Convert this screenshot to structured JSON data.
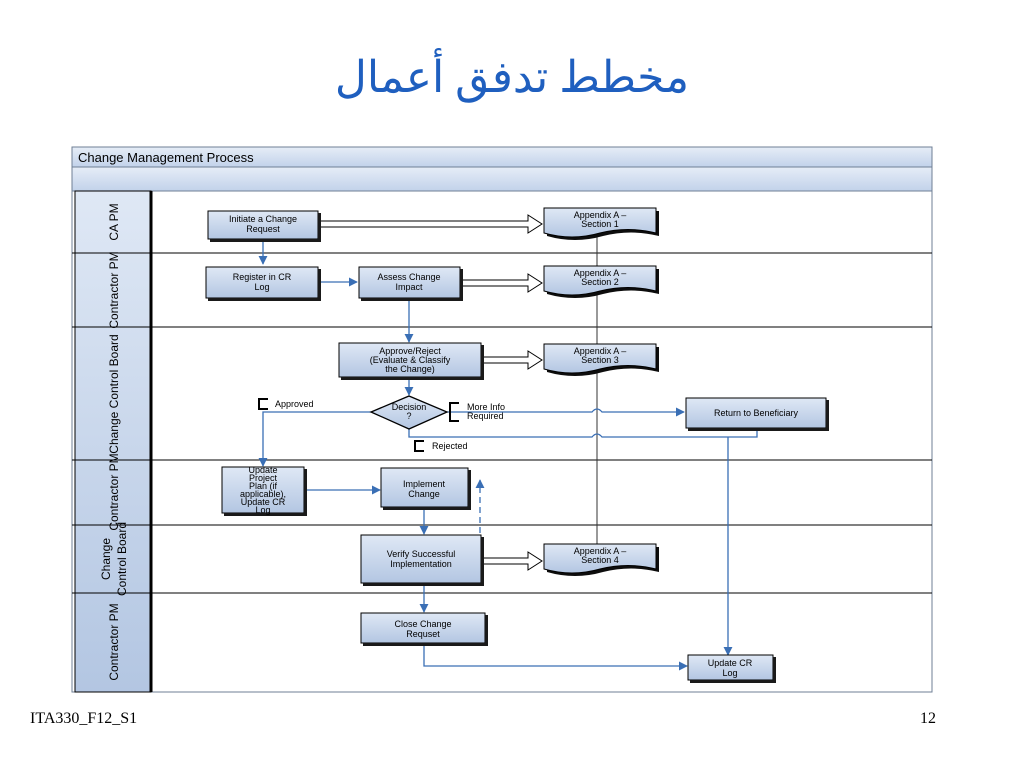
{
  "slide": {
    "title": "مخطط تدفق أعمال",
    "footer_left": "ITA330_F12_S1",
    "page_number": "12"
  },
  "diagram": {
    "header": "Change Management Process",
    "lanes": {
      "ca_pm": "CA PM",
      "contractor_pm_1": "Contractor PM",
      "ccb_1": "Change Control Board",
      "contractor_pm_2": "Contractor PM",
      "ccb_2_line1": "Change",
      "ccb_2_line2": "Control Board",
      "contractor_pm_3": "Contractor PM"
    },
    "nodes": {
      "initiate": [
        "Initiate a Change",
        "Request"
      ],
      "register": [
        "Register in CR",
        "Log"
      ],
      "assess": [
        "Assess Change",
        "Impact"
      ],
      "approve": [
        "Approve/Reject",
        "(Evaluate & Classify",
        "the Change)"
      ],
      "decision": [
        "Decision",
        "?"
      ],
      "return": [
        "Return to Beneficiary"
      ],
      "update_plan": [
        "Update",
        "Project",
        "Plan (if",
        "applicable),",
        "Update CR",
        "Log"
      ],
      "implement": [
        "Implement",
        "Change"
      ],
      "verify": [
        "Verify Successful",
        "Implementation"
      ],
      "close": [
        "Close Change",
        "Requset"
      ],
      "update_log": [
        "Update CR",
        "Log"
      ],
      "appendix1": [
        "Appendix A –",
        "Section 1"
      ],
      "appendix2": [
        "Appendix A –",
        "Section 2"
      ],
      "appendix3": [
        "Appendix A –",
        "Section 3"
      ],
      "appendix4": [
        "Appendix A –",
        "Section 4"
      ]
    },
    "labels": {
      "approved": "Approved",
      "more_info": [
        "More Info",
        "Required"
      ],
      "rejected": "Rejected"
    }
  }
}
